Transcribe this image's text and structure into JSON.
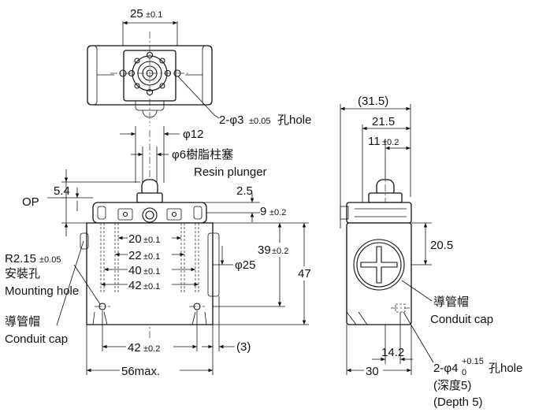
{
  "top_view": {
    "dim_25": "25",
    "dim_25_tol": "±0.1",
    "hole_label_pre": "2-φ3",
    "hole_label_tol": "±0.05",
    "hole_label_post": "孔hole"
  },
  "front_view": {
    "dim_phi12": "φ12",
    "plunger_jp": "φ6樹脂柱塞",
    "plunger_en": "Resin plunger",
    "op": "OP",
    "dim_54": "5.4",
    "dim_25": "2.5",
    "dim_9": "9",
    "dim_9_tol": "±0.2",
    "dim_20": "20",
    "dim_22": "22",
    "dim_40": "40",
    "dim_42_inner": "42",
    "tol_01": "±0.1",
    "dim_39": "39",
    "dim_39_tol": "±0.2",
    "dim_phi25": "φ25",
    "dim_47": "47",
    "r215": "R2.15",
    "r215_tol": "±0.05",
    "mount_jp": "安裝孔",
    "mount_en": "Mounting hole",
    "cap_jp": "導管帽",
    "cap_en": "Conduit cap",
    "dim_42_bottom": "42",
    "dim_42_bottom_tol": "±0.2",
    "dim_3": "(3)",
    "dim_56": "56max."
  },
  "side_view": {
    "dim_315": "(31.5)",
    "dim_215": "21.5",
    "dim_11": "11",
    "dim_11_tol": "±0.2",
    "dim_205": "20.5",
    "cap_jp": "導管帽",
    "cap_en": "Conduit cap",
    "dim_142": "14.2",
    "dim_30": "30",
    "hole_pre": "2-φ4",
    "hole_sup": "+0.15",
    "hole_sub": "0",
    "hole_post": "孔hole",
    "depth_jp": "(深度5)",
    "depth_en": "(Depth 5)"
  }
}
